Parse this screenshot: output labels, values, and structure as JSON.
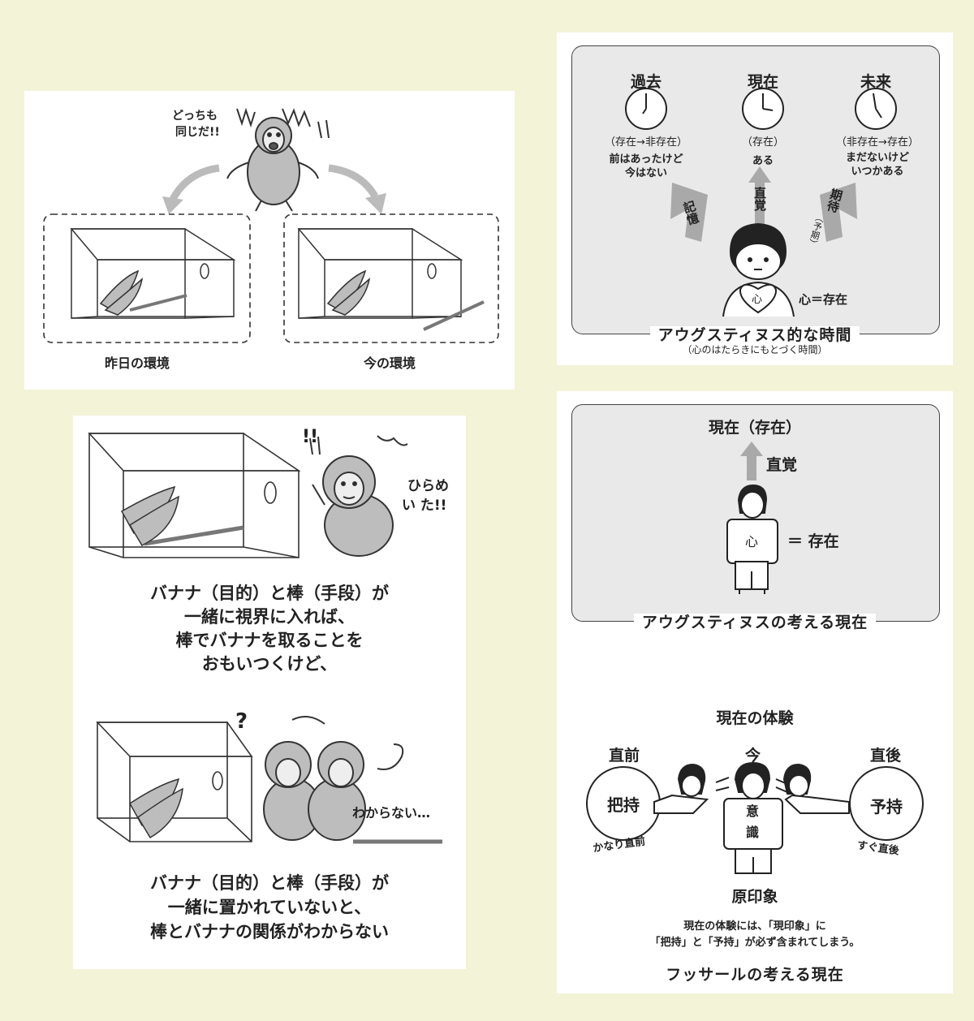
{
  "panel_tl": {
    "monkey_shout": [
      "どっちも",
      "同じだ!!"
    ],
    "label_left": "昨日の環境",
    "label_right": "今の環境"
  },
  "panel_bl": {
    "monkey_shout": [
      "ひらめ",
      "い た!!"
    ],
    "exclaim": "!!",
    "text1": [
      "バナナ（目的）と棒（手段）が",
      "一緒に視界に入れば、",
      "棒でバナナを取ることを",
      "おもいつくけど、"
    ],
    "question": "?",
    "puzzled": "わからない…",
    "text2": [
      "バナナ（目的）と棒（手段）が",
      "一緒に置かれていないと、",
      "棒とバナナの関係がわからない"
    ]
  },
  "panel_tr": {
    "past": {
      "title": "過去",
      "state": "（存在→非存在）",
      "desc": [
        "前はあったけど",
        "今はない"
      ],
      "arrow": "記憶"
    },
    "present": {
      "title": "現在",
      "state": "（存在）",
      "desc": [
        "ある"
      ],
      "arrow": "直覚"
    },
    "future": {
      "title": "未来",
      "state": "（非存在→存在）",
      "desc": [
        "まだないけど",
        "いつかある"
      ],
      "arrow": "期待",
      "arrow_sub": "（予期）"
    },
    "heart": "心",
    "heart_label": "心＝存在",
    "caption": "アウグスティヌス的な時間",
    "subcaption": "（心のはたらきにもとづく時間）"
  },
  "panel_br1": {
    "title": "現在（存在）",
    "arrow": "直覚",
    "shirt": "心",
    "label": "＝ 存在",
    "caption": "アウグスティヌスの考える現在"
  },
  "panel_br2": {
    "title": "現在の体験",
    "before": "直前",
    "now": "今",
    "after": "直後",
    "retention": "把持",
    "protention": "予持",
    "shirt": [
      "意",
      "識"
    ],
    "far_before": "かなり直前",
    "soon_after": "すぐ直後",
    "impression": "原印象",
    "note": [
      "現在の体験には、「現印象」に",
      "「把持」と「予持」が必ず含まれてしまう。"
    ],
    "caption": "フッサールの考える現在"
  },
  "colors": {
    "background": "#f3f3d8",
    "panel": "#ffffff",
    "inner": "#e9e9e9",
    "arrow": "#a9a9a9",
    "ink": "#222222"
  }
}
